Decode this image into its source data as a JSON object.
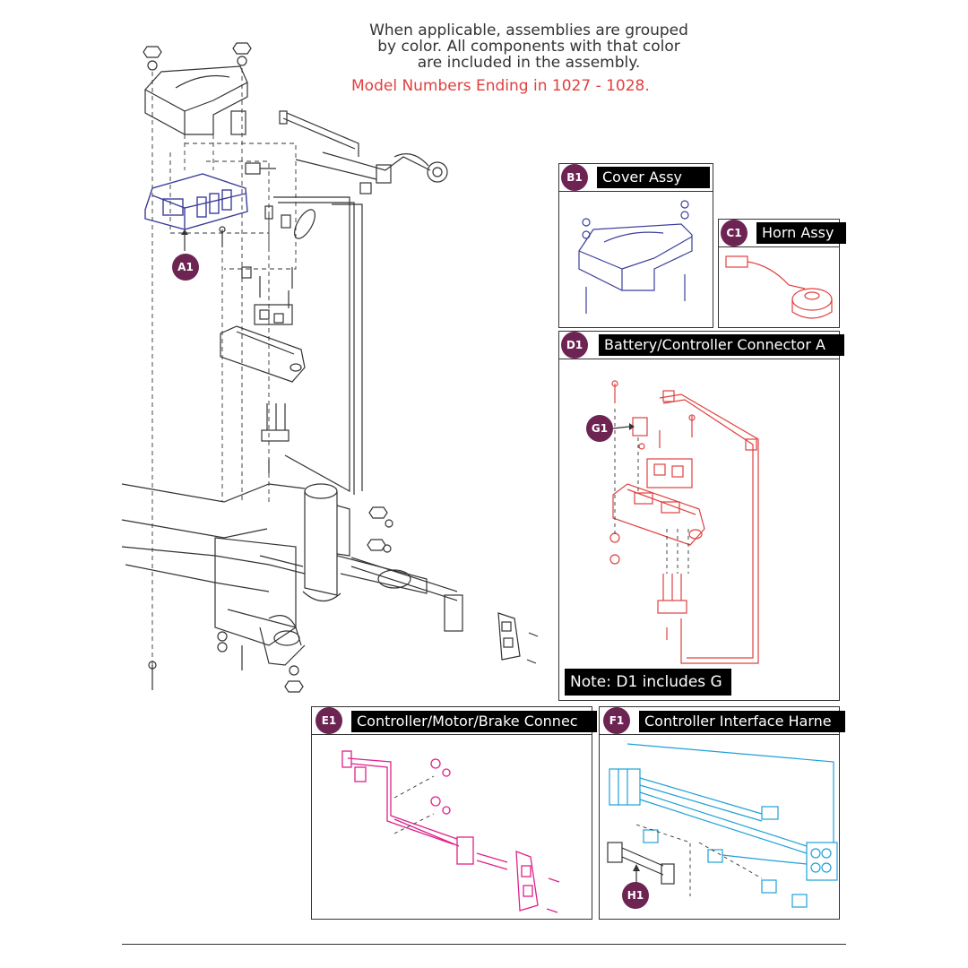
{
  "header_note": {
    "lines": [
      "When applicable, assemblies are grouped",
      "by color. All components with that color",
      "are included in the assembly."
    ],
    "model_numbers": "Model Numbers Ending in 1027 - 1028."
  },
  "callouts": {
    "a1": "A1",
    "g1": "G1",
    "h1": "H1"
  },
  "panels": {
    "b1": {
      "badge": "B1",
      "title": "Cover Assy"
    },
    "c1": {
      "badge": "C1",
      "title": "Horn Assy"
    },
    "d1": {
      "badge": "D1",
      "title": "Battery/Controller Connector A",
      "note": "Note: D1 includes G"
    },
    "e1": {
      "badge": "E1",
      "title": "Controller/Motor/Brake Connec"
    },
    "f1": {
      "badge": "F1",
      "title": "Controller Interface Harne"
    }
  },
  "colors": {
    "a1": "#3b3f9a",
    "b1": "#3b3f9a",
    "d1": "#e0403f",
    "e1": "#e0218a",
    "f1": "#1ea0d8",
    "badge": "#6d2453",
    "line": "#333333"
  }
}
